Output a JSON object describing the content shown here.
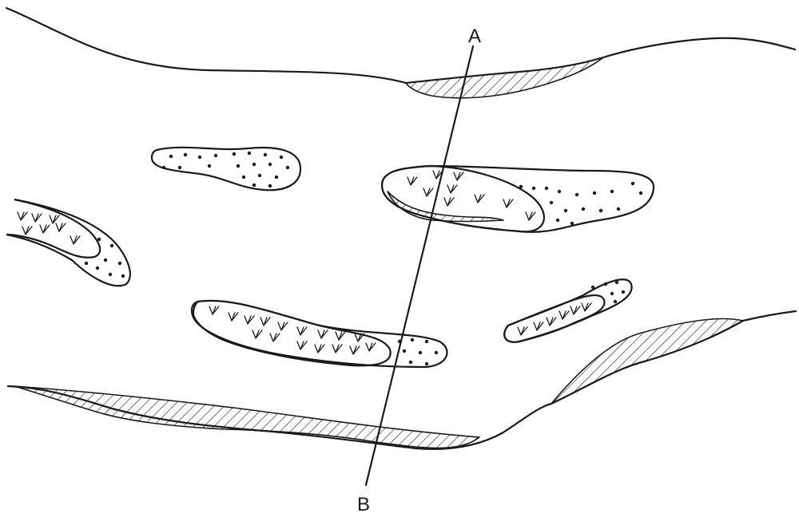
{
  "section_line": {
    "start_label": "A",
    "end_label": "B"
  },
  "legend_patterns": [
    "hatched-bank-deposit",
    "dotted-sand-bar",
    "grass-vegetation"
  ],
  "colors": {
    "ink": "#1a1a1a",
    "background": "#ffffff"
  }
}
